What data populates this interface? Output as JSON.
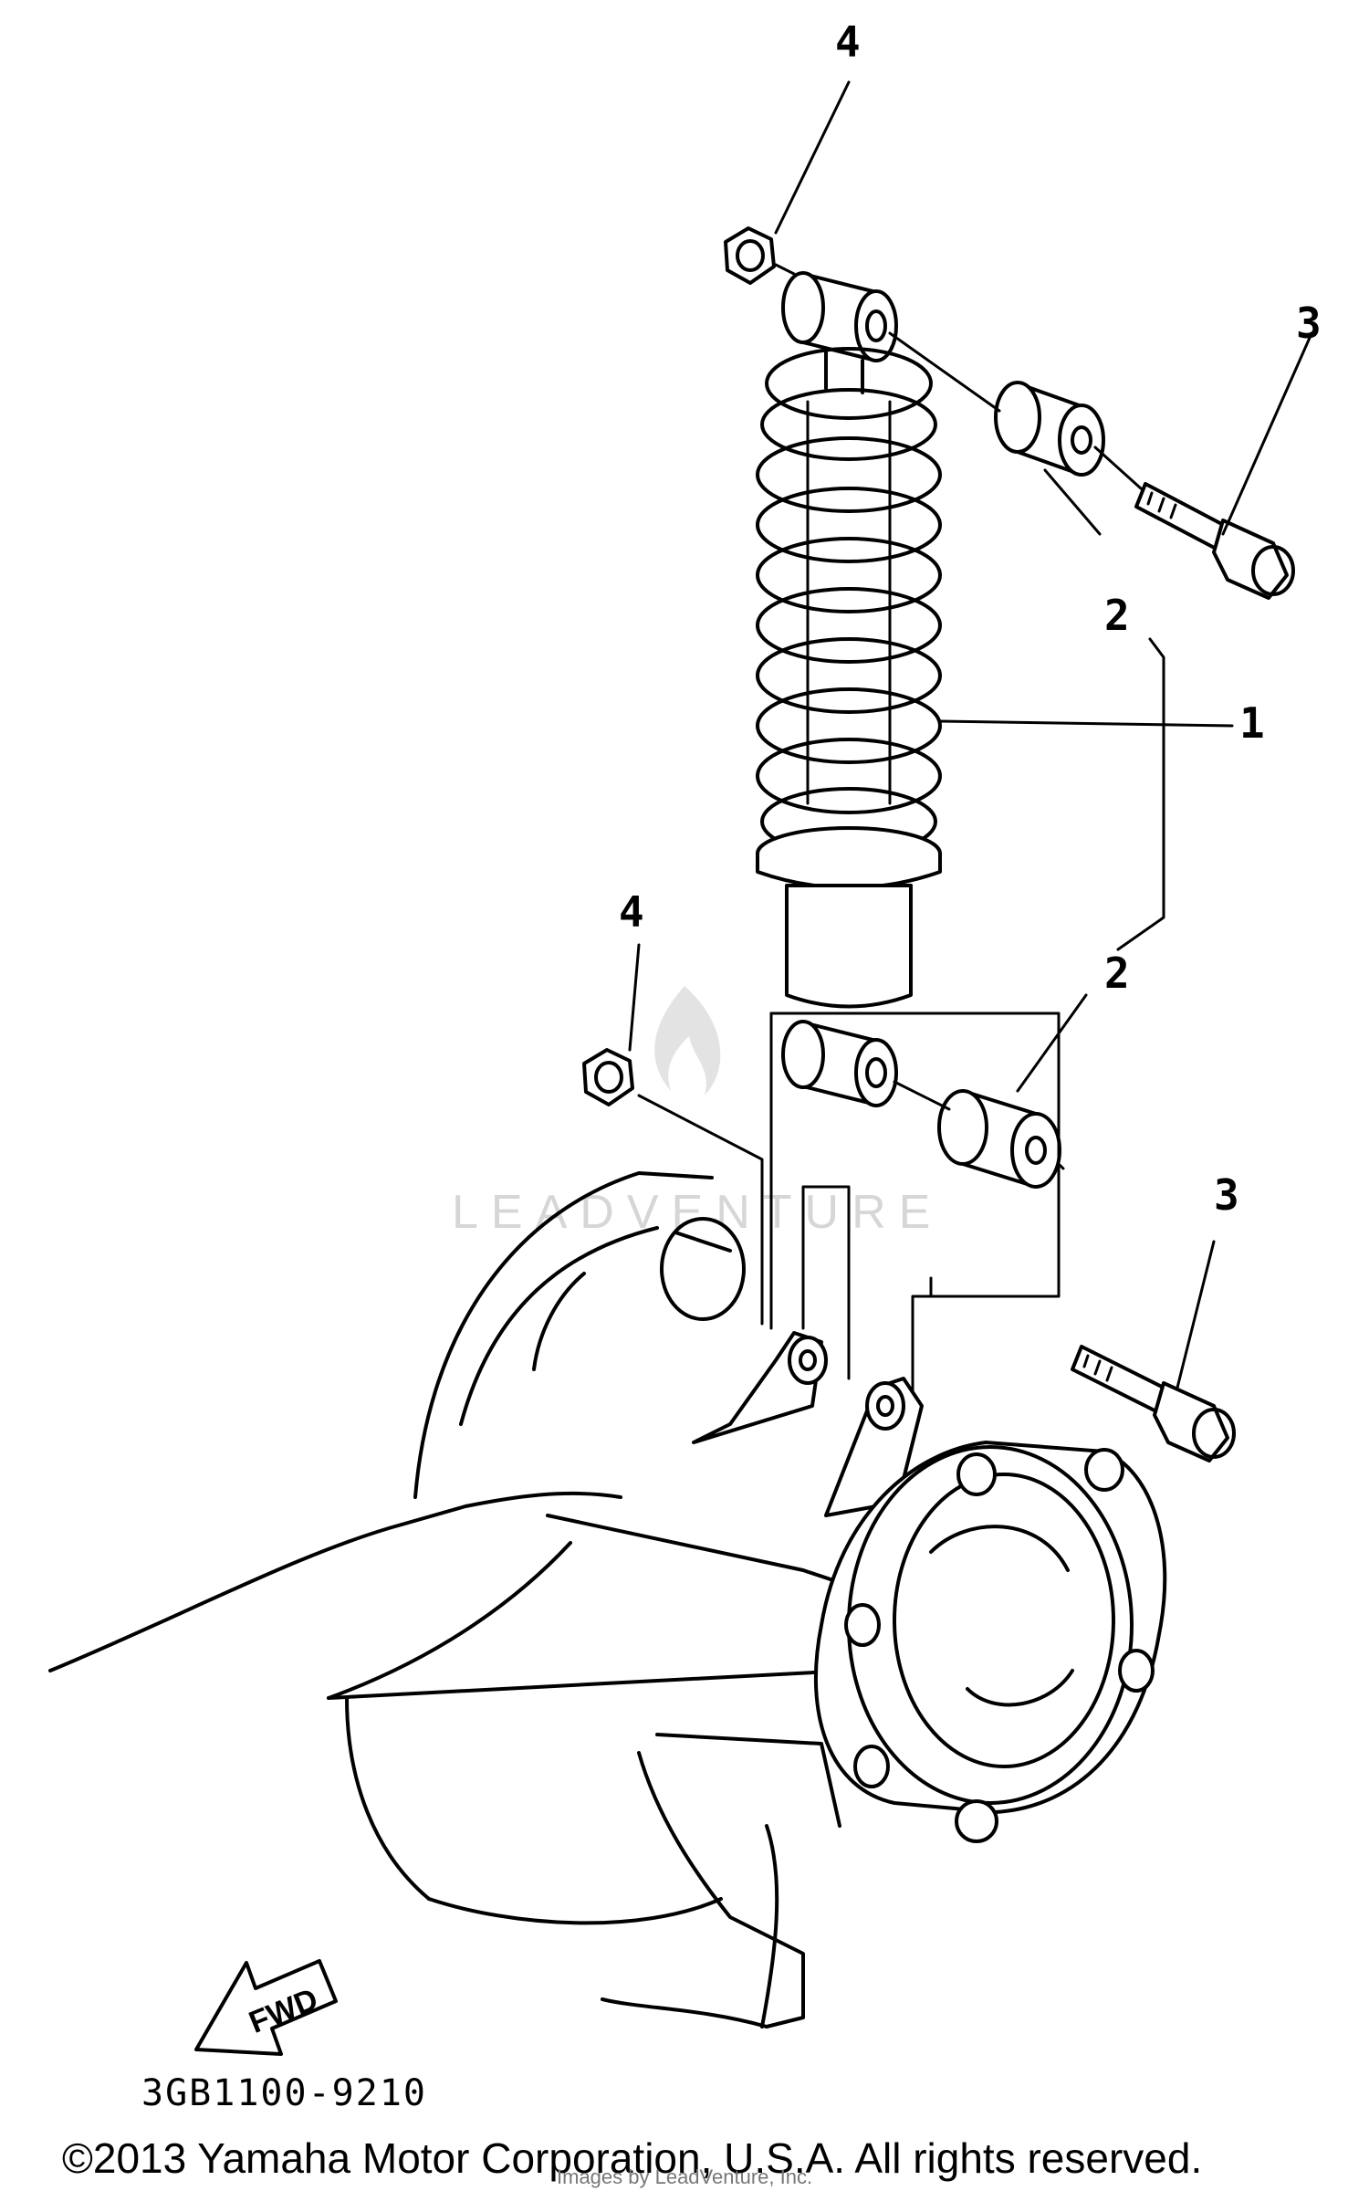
{
  "diagram": {
    "callouts": [
      {
        "id": "1",
        "label": "1"
      },
      {
        "id": "2a",
        "label": "2"
      },
      {
        "id": "2b",
        "label": "2"
      },
      {
        "id": "3a",
        "label": "3"
      },
      {
        "id": "3b",
        "label": "3"
      },
      {
        "id": "4a",
        "label": "4"
      },
      {
        "id": "4b",
        "label": "4"
      }
    ],
    "fwd_label": "FWD",
    "part_number": "3GB1100-9210",
    "copyright": "©2013 Yamaha Motor Corporation, U.S.A. All rights reserved.",
    "watermark": "LEADVENTURE",
    "watermark_small": "Images by LeadVenture, Inc."
  }
}
